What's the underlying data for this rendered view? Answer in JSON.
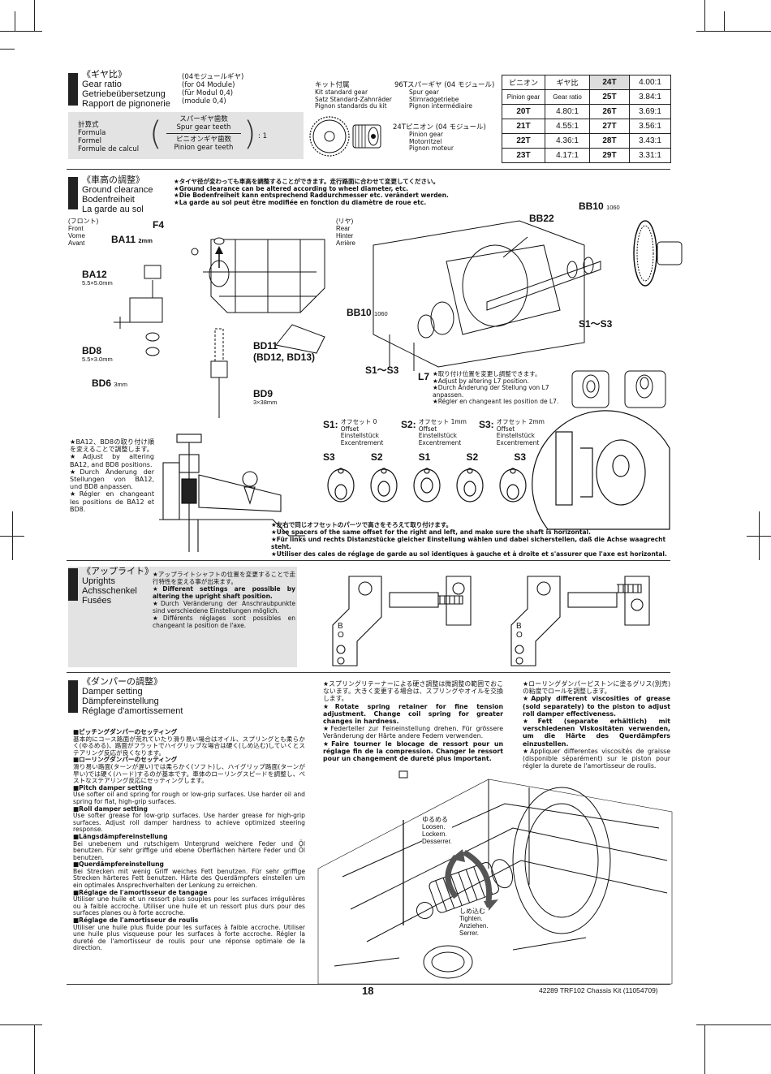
{
  "gear_ratio": {
    "title": [
      "《ギヤ比》",
      "Gear ratio",
      "Getriebeübersetzung",
      "Rapport de pignonerie"
    ],
    "module_note": [
      "(04モジュールギヤ)",
      "(for 04 Module)",
      "(für Modul 0,4)",
      "(module 0,4)"
    ],
    "formula_labels": [
      "計算式",
      "Formula",
      "Formel",
      "Formule de calcul"
    ],
    "formula_numerator": [
      "スパーギヤ歯数",
      "Spur gear teeth"
    ],
    "formula_denominator": [
      "ピニオンギヤ歯数",
      "Pinion gear teeth"
    ],
    "formula_result": ": 1",
    "kit_standard": [
      "キット付属",
      "Kit standard gear",
      "Satz Standard-Zahnräder",
      "Pignon standards du kit"
    ],
    "spur_label": [
      "96Tスパーギヤ (04 モジュール)",
      "Spur gear",
      "Stirnradgetriebe",
      "Pignon intermédiaire"
    ],
    "pinion_label": [
      "24Tピニオン (04 モジュール)",
      "Pinion gear",
      "Motorritzel",
      "Pignon moteur"
    ],
    "table_header": [
      "ピニオン",
      "ギヤ比",
      "24T",
      "4.00:1"
    ],
    "table_header_sub": [
      "Pinion gear",
      "Gear ratio",
      "25T",
      "3.84:1"
    ],
    "table_rows": [
      [
        "20T",
        "4.80:1",
        "26T",
        "3.69:1"
      ],
      [
        "21T",
        "4.55:1",
        "27T",
        "3.56:1"
      ],
      [
        "22T",
        "4.36:1",
        "28T",
        "3.43:1"
      ],
      [
        "23T",
        "4.17:1",
        "29T",
        "3.31:1"
      ]
    ]
  },
  "ground_clearance": {
    "title": [
      "《車高の調整》",
      "Ground clearance",
      "Bodenfreiheit",
      "La garde au sol"
    ],
    "notes": [
      "★タイヤ径が変わっても車高を調整することができます。走行路面に合わせて変更してください。",
      "★Ground clearance can be altered according to wheel diameter, etc.",
      "★Die Bodenfreiheit kann entsprechend Raddurchmesser etc. verändert werden.",
      "★La garde au sol peut être modifiée en fonction du diamètre de roue etc."
    ],
    "front": [
      "(フロント)",
      "Front",
      "Vorne",
      "Avant"
    ],
    "rear": [
      "(リヤ)",
      "Rear",
      "Hinter",
      "Arrière"
    ],
    "parts": {
      "f4": "F4",
      "ba11": "BA11",
      "ba11_sub": "2mm",
      "ba12": "BA12",
      "ba12_sub": "5.5×5.0mm",
      "bd8": "BD8",
      "bd8_sub": "5.5×3.0mm",
      "bd6": "BD6",
      "bd6_sub": "3mm",
      "bd11": "BD11",
      "bd11_sub": "(BD12, BD13)",
      "bd9": "BD9",
      "bd9_sub": "3×38mm",
      "bb22": "BB22",
      "bb10": "BB10",
      "bb10_sub": "1060",
      "bb10b": "BB10",
      "bb10b_sub": "1060",
      "s1s3a": "S1〜S3",
      "s1s3b": "S1〜S3",
      "l7": "L7"
    },
    "l7_notes": [
      "★取り付け位置を変更し調整できます。",
      "★Adjust by altering L7 position.",
      "★Durch Änderung der Stellung von L7 anpassen.",
      "★Régler en changeant les position de L7."
    ],
    "offsets": [
      {
        "code": "S1:",
        "lines": [
          "オフセット 0",
          "Offset",
          "Einstellstück",
          "Excentrement"
        ]
      },
      {
        "code": "S2:",
        "lines": [
          "オフセット 1mm",
          "Offset",
          "Einstellstück",
          "Excentrement"
        ]
      },
      {
        "code": "S3:",
        "lines": [
          "オフセット 2mm",
          "Offset",
          "Einstellstück",
          "Excentrement"
        ]
      }
    ],
    "spacer_row": [
      "S3",
      "S2",
      "S1",
      "S2",
      "S3"
    ],
    "ba_notes": [
      "★BA12、BD8の取り付け順を変えることで調整します。",
      "★Adjust by altering BA12, and BD8 positions.",
      "★Durch Änderung der Stellungen von BA12, und BD8 anpassen.",
      "★Régler en changeant les positions de BA12 et BD8."
    ],
    "bottom_notes": [
      "★左右で同じオフセットのパーツで高さをそろえて取り付けます。",
      "★Use spacers of the same offset for the right and left, and make sure the shaft is horizontal.",
      "★Für links und rechts Distanzstücke gleicher Einstellung wählen und dabei sicherstellen, daß die Achse waagrecht steht.",
      "★Utiliser des cales de réglage de garde au sol identiques à gauche et à droite et s'assurer que l'axe est horizontal."
    ]
  },
  "uprights": {
    "title": [
      "《アップライト》",
      "Uprights",
      "Achsschenkel",
      "Fusées"
    ],
    "notes": [
      "★アップライトシャフトの位置を変更することで走行特性を変える事が出来ます。",
      "★Different settings are possible by altering the upright shaft position.",
      "★Durch Veränderung der Anschraubpunkte sind verschiedene Einstellungen möglich.",
      "★Différents réglages sont possibles en changeant la position de l'axe."
    ],
    "hole_labels": [
      "B",
      "O",
      "B",
      "O"
    ]
  },
  "damper": {
    "title": [
      "《ダンパーの調整》",
      "Damper setting",
      "Dämpfereinstellung",
      "Réglage d'amortissement"
    ],
    "left_text": [
      {
        "b": "■ピッチングダンパーのセッティング",
        "t": "基本的にコース路面が荒れていたり滑り易い場合はオイル、スプリングとも柔らかく(ゆるめる)、路面がフラットでハイグリップな場合は硬く(しめ込む)していくとステアリング反応が良くなります。"
      },
      {
        "b": "■ローリングダンパーのセッティング",
        "t": "滑り易い路面(ターンが遅い)では柔らかく(ソフト)し、ハイグリップ路面(ターンが早い)では硬く(ハード)するのが基本です。車体のローリングスピードを調整し、ベストなステアリング反応にセッティングします。"
      },
      {
        "b": "■Pitch damper setting",
        "t": "Use softer oil and spring for rough or low-grip surfaces. Use harder oil and spring for flat, high-grip surfaces."
      },
      {
        "b": "■Roll damper setting",
        "t": "Use softer grease for low-grip surfaces. Use harder grease for high-grip surfaces. Adjust roll damper hardness to achieve optimized steering response."
      },
      {
        "b": "■Längsdämpfereinstellung",
        "t": "Bei unebenem und rutschigem Untergrund weichere Feder und Öl benutzen. Für sehr griffige und ebene Oberflächen härtere Feder und Öl benutzen."
      },
      {
        "b": "■Querdämpfereinstellung",
        "t": "Bei Strecken mit wenig Griff weiches Fett benutzen. Für sehr griffige Strecken härteres Fett benutzen. Härte des Querdämpfers einstellen um ein optimales Ansprechverhalten der Lenkung zu erreichen."
      },
      {
        "b": "■Réglage de l'amortisseur de tangage",
        "t": "Utiliser une huile et un ressort plus souples pour les surfaces irrégulières ou à faible accroche. Utiliser une huile et un ressort plus durs pour des surfaces planes ou à forte accroche."
      },
      {
        "b": "■Réglage de l'amortisseur de roulis",
        "t": "Utiliser une huile plus fluide pour les surfaces à faible accroche. Utiliser une huile plus visqueuse pour les surfaces à forte accroche. Régler la dureté de l'amortisseur de roulis pour une réponse optimale de la direction."
      }
    ],
    "mid_notes": [
      "★スプリングリテーナーによる硬さ調整は微調整の範囲でおこないます。大きく変更する場合は、スプリングやオイルを交換します。",
      "★Rotate spring retainer for fine tension adjustment. Change coil spring for greater changes in hardness.",
      "★Federteller zur Feineinstellung drehen. Für grössere Veränderung der Härte andere Federn verwenden.",
      "★Faire tourner le blocage de ressort pour un réglage fin de la compression. Changer le ressort pour un changement de dureté plus important."
    ],
    "right_notes": [
      "★ローリングダンパーピストンに塗るグリス(別売)の粘度でロールを調整します。",
      "★Apply different viscosities of grease (sold separately) to the piston to adjust roll damper effectiveness.",
      "★Fett (separate erhältlich) mit verschiedenen Viskositäten verwenden, um die Härte des Querdämpfers einzustellen.",
      "★Appliquer differentes viscosités de graisse (disponible séparément) sur le piston pour régler la durete de l'amortisseur de roulis."
    ],
    "loosen": [
      "ゆるめる",
      "Loosen.",
      "Lockern.",
      "Desserrer."
    ],
    "tighten": [
      "しめ込む",
      "Tighten.",
      "Anziehen.",
      "Serrer."
    ]
  },
  "footer": {
    "page": "18",
    "kit": "42289  TRF102 Chassis Kit  (11054709)"
  }
}
